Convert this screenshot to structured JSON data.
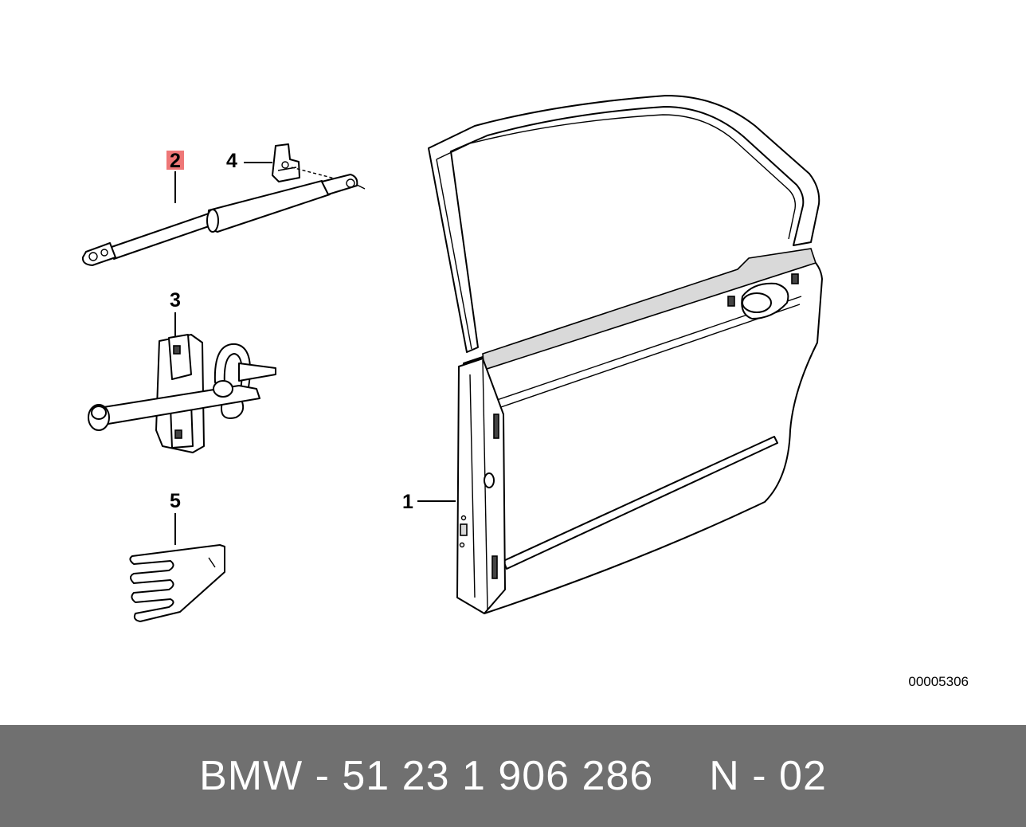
{
  "diagram": {
    "callouts": [
      {
        "id": "1",
        "label": "1"
      },
      {
        "id": "2",
        "label": "2",
        "highlighted": true
      },
      {
        "id": "3",
        "label": "3"
      },
      {
        "id": "4",
        "label": "4"
      },
      {
        "id": "5",
        "label": "5"
      }
    ],
    "highlight_color": "#ee7777",
    "image_code": "00005306"
  },
  "footer": {
    "part_number": "BMW - 51 23 1 906 286",
    "position_code": "N - 02",
    "background_color": "#707070"
  }
}
